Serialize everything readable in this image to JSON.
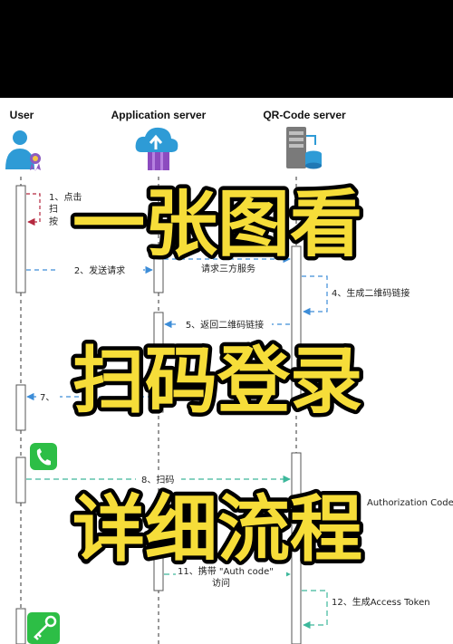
{
  "participants": {
    "user": "User",
    "app": "Application server",
    "qr": "QR-Code server"
  },
  "messages": {
    "m1a": "1、点击",
    "m1b": "扫",
    "m1c": "按",
    "m2": "2、发送请求",
    "m3": "请求三方服务",
    "m4": "4、生成二维码链接",
    "m5": "5、返回二维码链接",
    "m7": "7、",
    "m8": "8、扫码",
    "m10": "Authorization Code",
    "m11a": "11、携带 \"Auth code\"",
    "m11b": "访问",
    "m12": "12、生成Access Token"
  },
  "overlay": {
    "line1": "一张图看",
    "line2": "扫码登录",
    "line3": "详细流程"
  },
  "colors": {
    "overlay_fill": "#F6DD39",
    "arrow_blue": "#3D8DD8",
    "arrow_teal": "#3DB89B",
    "arrow_red": "#B5283F",
    "phone_green": "#2DBE46"
  }
}
